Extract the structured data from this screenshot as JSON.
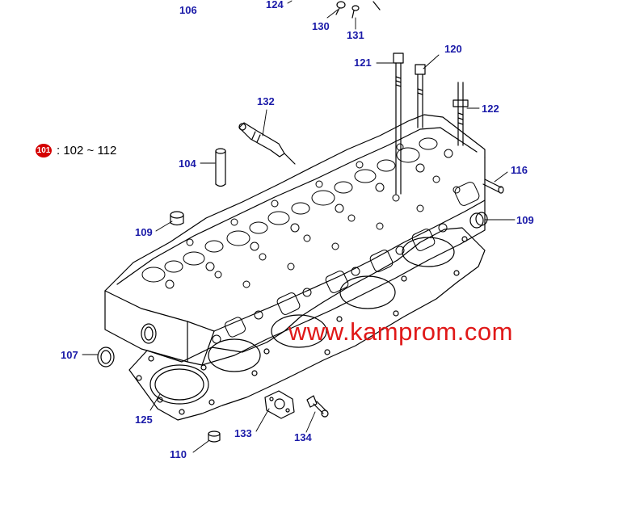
{
  "diagram": {
    "legend": {
      "badge": "101",
      "range": ": 102 ~ 112"
    },
    "watermark": "www.kamprom.com",
    "callouts": {
      "c106": "106",
      "c124": "124",
      "c130": "130",
      "c131": "131",
      "c121": "121",
      "c120": "120",
      "c132": "132",
      "c122": "122",
      "c104": "104",
      "c116": "116",
      "c109a": "109",
      "c109b": "109",
      "c107": "107",
      "c125": "125",
      "c133": "133",
      "c134": "134",
      "c110": "110"
    }
  },
  "colors": {
    "callout": "#1a1aa8",
    "badge": "#d40000",
    "watermark": "#e01818",
    "line": "#000000"
  }
}
